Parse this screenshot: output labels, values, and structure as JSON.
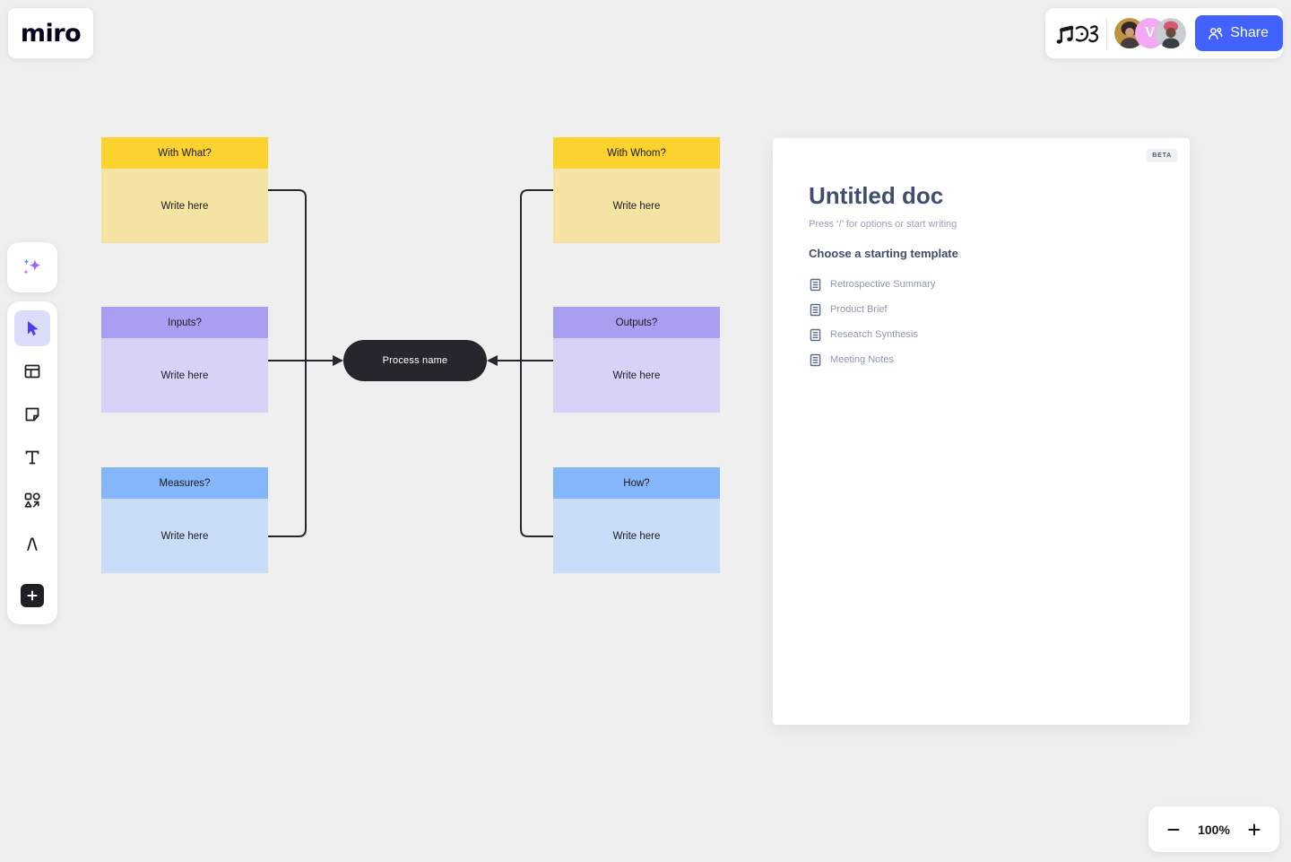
{
  "app": {
    "logo_text": "miro"
  },
  "topbar": {
    "doodle_icon": "music-notes-doodle",
    "avatars": [
      {
        "label": "collaborator-photo-1",
        "type": "photo"
      },
      {
        "label": "collaborator-v",
        "type": "initial",
        "initial": "V",
        "color": "#f2abf2"
      },
      {
        "label": "collaborator-photo-2",
        "type": "photo"
      }
    ],
    "share_label": "Share",
    "share_color": "#4262ff"
  },
  "toolbar": {
    "ai_tool": "ai-assistant",
    "items": [
      {
        "id": "select",
        "selected": true
      },
      {
        "id": "frames",
        "selected": false
      },
      {
        "id": "sticky-note",
        "selected": false
      },
      {
        "id": "text",
        "selected": false
      },
      {
        "id": "shapes",
        "selected": false
      },
      {
        "id": "pen",
        "selected": false
      },
      {
        "id": "add-more",
        "selected": false
      }
    ]
  },
  "canvas": {
    "boxes": [
      {
        "title": "With What?",
        "body": "Write here",
        "header_color": "#fbd22e",
        "body_color": "#f4e3a3"
      },
      {
        "title": "With Whom?",
        "body": "Write here",
        "header_color": "#fbd22e",
        "body_color": "#f4e3a3"
      },
      {
        "title": "Inputs?",
        "body": "Write here",
        "header_color": "#a89ff3",
        "body_color": "#d8d3f6"
      },
      {
        "title": "Outputs?",
        "body": "Write here",
        "header_color": "#a89ff3",
        "body_color": "#d8d3f6"
      },
      {
        "title": "Measures?",
        "body": "Write here",
        "header_color": "#85b6f9",
        "body_color": "#c9dcf8"
      },
      {
        "title": "How?",
        "body": "Write here",
        "header_color": "#85b6f9",
        "body_color": "#c9dcf8"
      }
    ],
    "process_node": {
      "label": "Process name",
      "color": "#26262e"
    },
    "connector_color": "#27272f"
  },
  "doc_panel": {
    "beta_badge": "BETA",
    "title": "Untitled doc",
    "hint": "Press ‘/’ for options or start writing",
    "templates_heading": "Choose a starting template",
    "templates": [
      {
        "label": "Retrospective Summary"
      },
      {
        "label": "Product Brief"
      },
      {
        "label": "Research Synthesis"
      },
      {
        "label": "Meeting Notes"
      }
    ]
  },
  "zoom_control": {
    "zoom_level": "100%"
  }
}
